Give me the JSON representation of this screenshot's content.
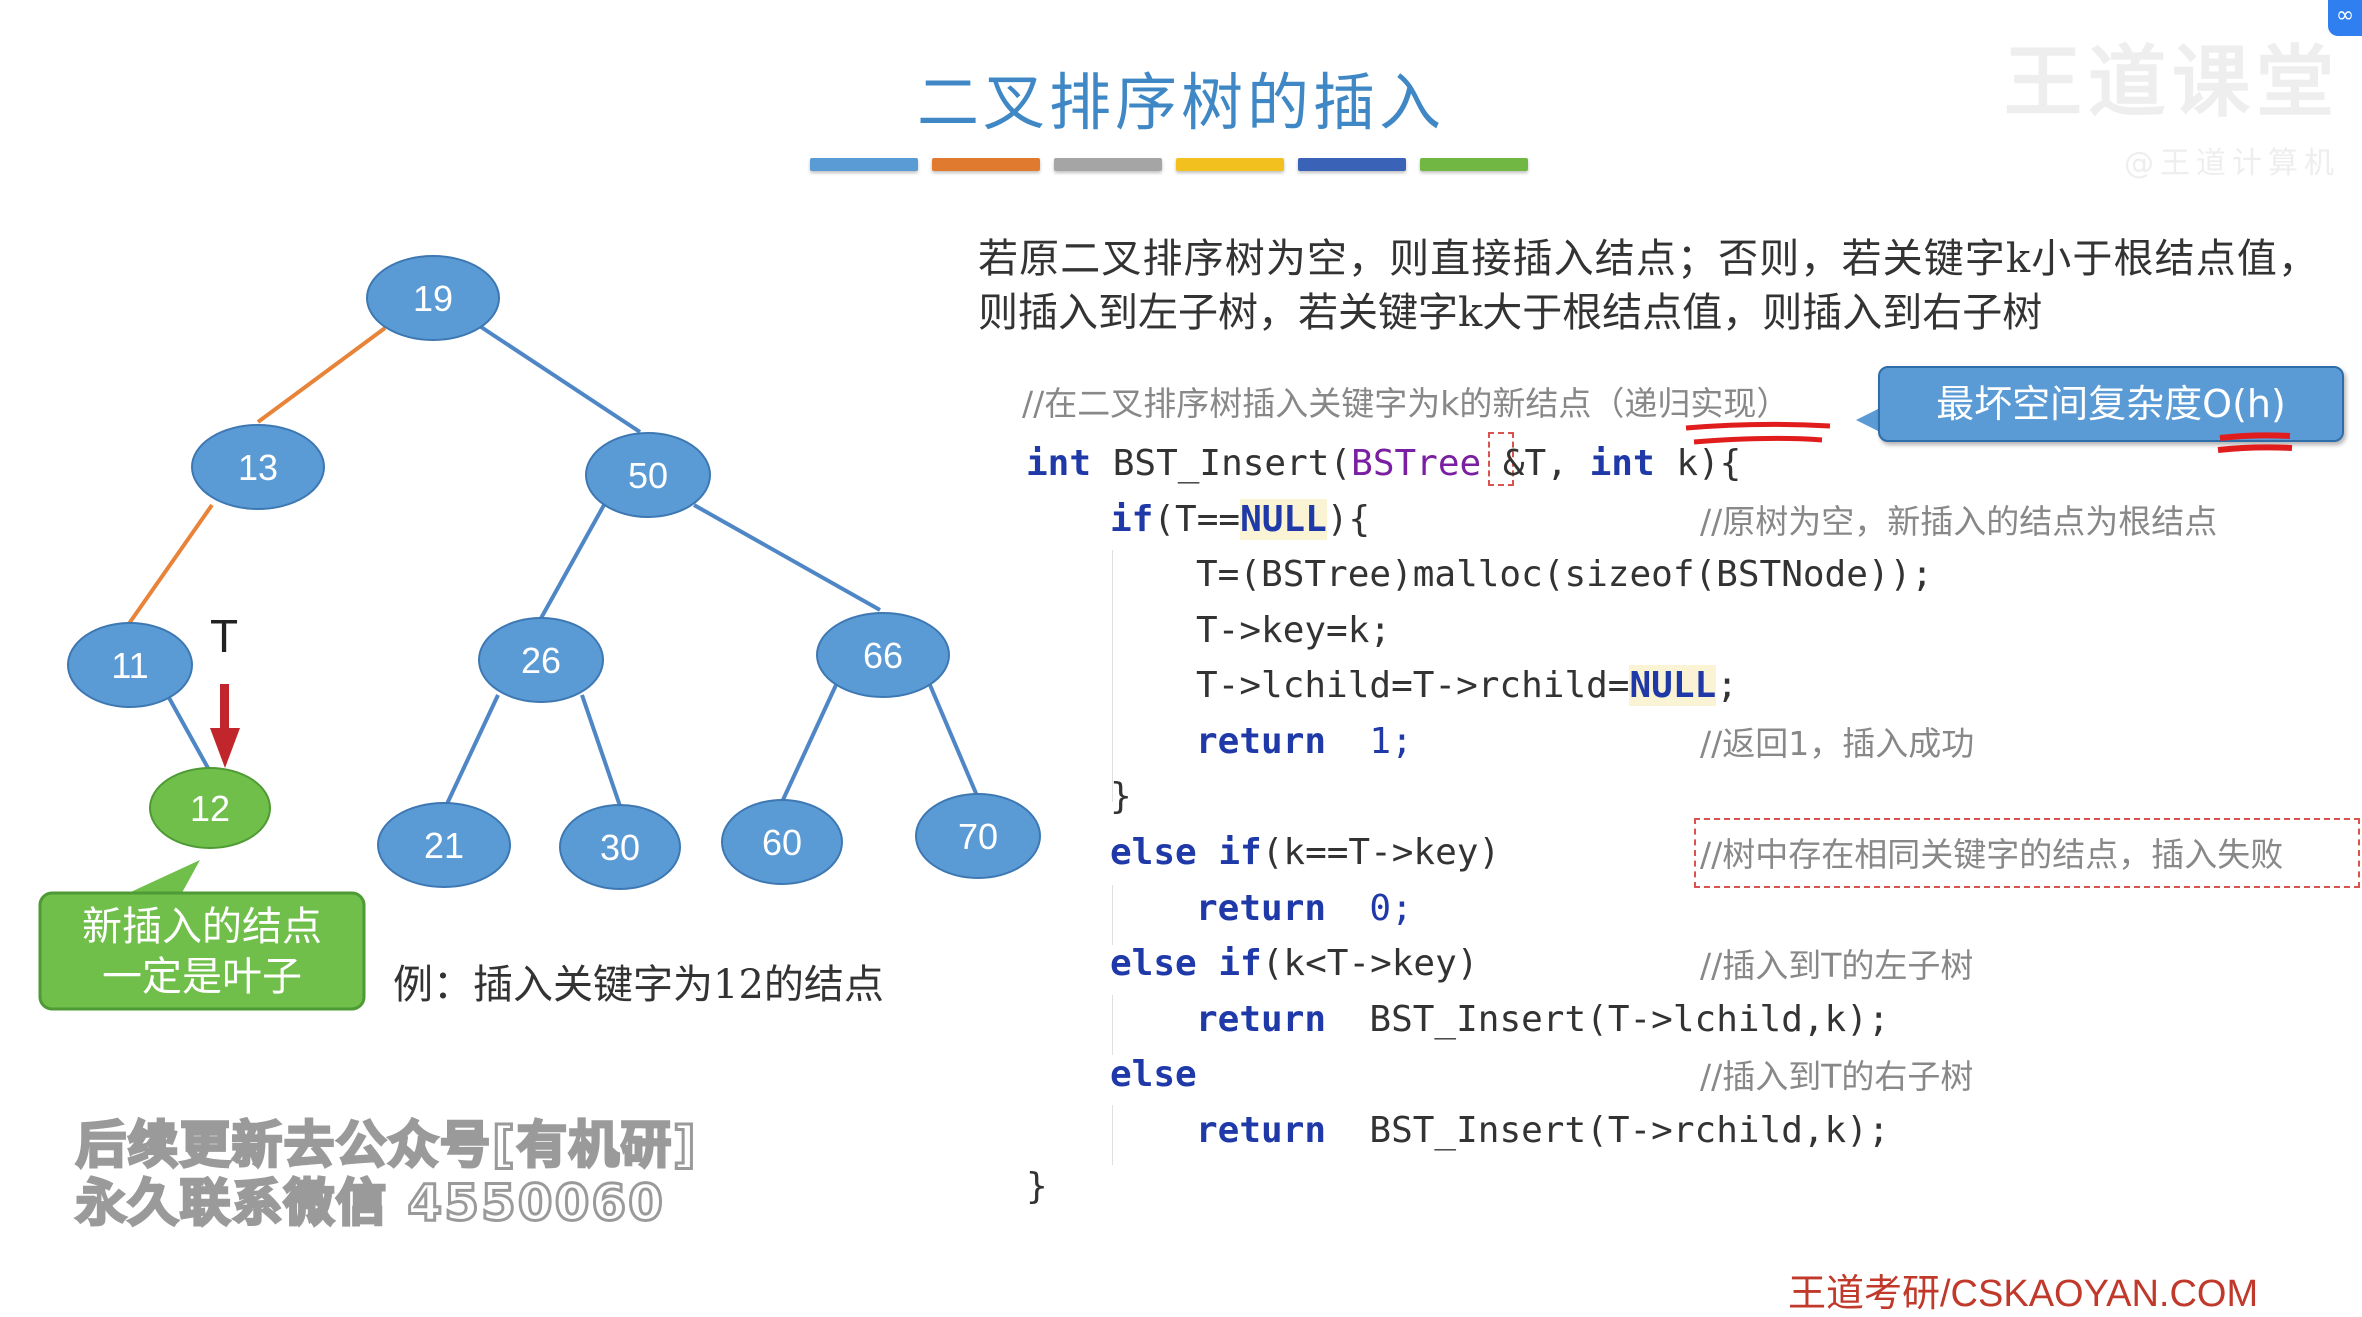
{
  "title": "二叉排序树的插入",
  "color_bars": [
    "#5b9bd5",
    "#e07a2f",
    "#a5a5a5",
    "#f2c01f",
    "#3a63b8",
    "#70b843"
  ],
  "logo": {
    "main": "王道课堂",
    "sub": "@王道计算机"
  },
  "tree": {
    "nodes": [
      {
        "id": "n19",
        "label": "19",
        "color": "#5b9bd5"
      },
      {
        "id": "n13",
        "label": "13",
        "color": "#5b9bd5"
      },
      {
        "id": "n50",
        "label": "50",
        "color": "#5b9bd5"
      },
      {
        "id": "n11",
        "label": "11",
        "color": "#5b9bd5"
      },
      {
        "id": "n26",
        "label": "26",
        "color": "#5b9bd5"
      },
      {
        "id": "n66",
        "label": "66",
        "color": "#5b9bd5"
      },
      {
        "id": "n12",
        "label": "12",
        "color": "#6fbf4a"
      },
      {
        "id": "n21",
        "label": "21",
        "color": "#5b9bd5"
      },
      {
        "id": "n30",
        "label": "30",
        "color": "#5b9bd5"
      },
      {
        "id": "n60",
        "label": "60",
        "color": "#5b9bd5"
      },
      {
        "id": "n70",
        "label": "70",
        "color": "#5b9bd5"
      }
    ],
    "edge_colors": {
      "path": "#e8843a",
      "normal": "#4f86c6"
    },
    "pointer_label": "T",
    "callout": [
      "新插入的结点",
      "一定是叶子"
    ]
  },
  "example": "例：插入关键字为12的结点",
  "watermark": [
    "后续更新去公众号[有机研]",
    "永久联系微信 4550060"
  ],
  "description": "若原二叉排序树为空，则直接插入结点；否则，若关键字k小于根结点值，则插入到左子树，若关键字k大于根结点值，则插入到右子树",
  "code": {
    "header_comment": "//在二叉排序树插入关键字为k的新结点（递归实现）",
    "badge": "最坏空间复杂度O(h)",
    "sig": {
      "int1": "int",
      "name": "BST_Insert(",
      "type": "BSTree",
      "ref": "&T",
      "comma": ",",
      "int2": "int",
      "k": "k){"
    },
    "l2": {
      "kw": "if",
      "pre": "(T==",
      "null": "NULL",
      "post": "){",
      "cmt": "//原树为空，新插入的结点为根结点"
    },
    "l3": "T=(BSTree)malloc(sizeof(BSTNode));",
    "l4": "T->key=k;",
    "l5": {
      "pre": "T->lchild=T->rchild=",
      "null": "NULL",
      "post": ";"
    },
    "l6": {
      "kw": "return",
      "val": "1;",
      "cmt": "//返回1，插入成功"
    },
    "l7": "}",
    "l8": {
      "kw": "else if",
      "cond": "(k==T->key)",
      "cmt": "//树中存在相同关键字的结点，插入失败"
    },
    "l9": {
      "kw": "return",
      "val": "0;"
    },
    "l10": {
      "kw": "else if",
      "cond": "(k<T->key)",
      "cmt": "//插入到T的左子树"
    },
    "l11": {
      "kw": "return",
      "val": "BST_Insert(T->lchild,k);"
    },
    "l12": {
      "kw": "else",
      "cmt": "//插入到T的右子树"
    },
    "l13": {
      "kw": "return",
      "val": "BST_Insert(T->rchild,k);"
    },
    "l14": "}"
  },
  "footer": "王道考研/CSKAOYAN.COM"
}
